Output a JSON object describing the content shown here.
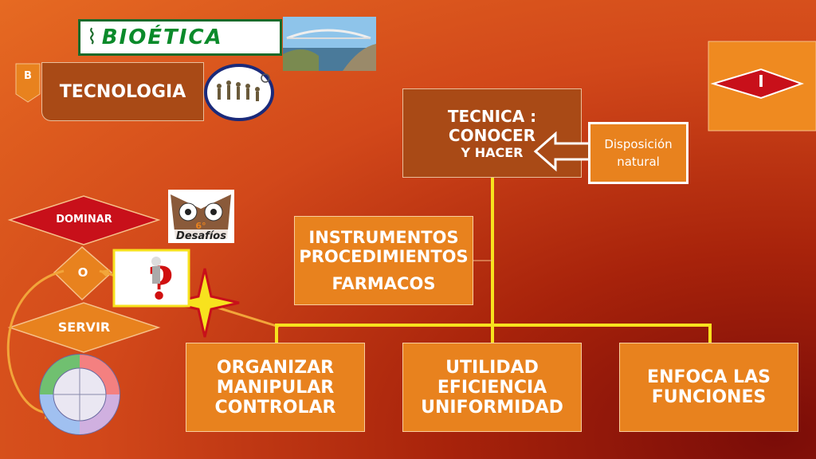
{
  "logo": {
    "text": "BIOÉTICA"
  },
  "badge_b": "B",
  "badge_i": "I",
  "header_box": "TECNOLOGIA",
  "tecnica": {
    "line1": "TECNICA : CONOCER",
    "line2": "Y HACER"
  },
  "disposicion": {
    "line1": "Disposición",
    "line2": "natural"
  },
  "instrumentos": {
    "line1": "INSTRUMENTOS",
    "line2": "PROCEDIMIENTOS",
    "line3": "FARMACOS"
  },
  "dominar": "DOMINAR",
  "o_label": "O",
  "servir": "SERVIR",
  "desafios_label": "Desafíos",
  "desafios_num": "6°",
  "bottom_boxes": [
    {
      "line1": "ORGANIZAR",
      "line2": "MANIPULAR",
      "line3": "CONTROLAR"
    },
    {
      "line1": "UTILIDAD",
      "line2": "EFICIENCIA",
      "line3": "UNIFORMIDAD"
    },
    {
      "line1": "ENFOCA LAS",
      "line2": "FUNCIONES"
    }
  ],
  "colors": {
    "dark_box": "#a94a16",
    "orange_box": "#e8821e",
    "connector": "#f7e21e",
    "diamond_red": "#c8101a"
  }
}
